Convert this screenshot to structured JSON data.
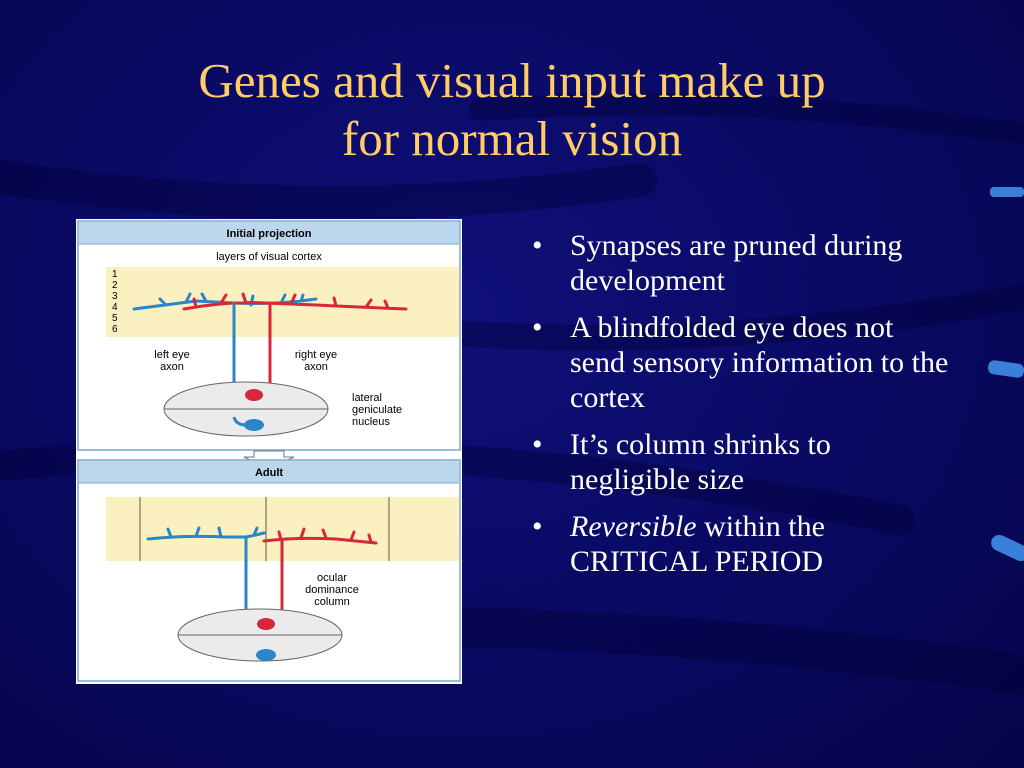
{
  "slide": {
    "title_line1": "Genes and visual input make up",
    "title_line2": "for normal vision"
  },
  "figure": {
    "panel1_header": "Initial projection",
    "panel1_subheader": "layers of visual cortex",
    "layer_numbers": [
      "1",
      "2",
      "3",
      "4",
      "5",
      "6"
    ],
    "left_eye_label_1": "left eye",
    "left_eye_label_2": "axon",
    "right_eye_label_1": "right eye",
    "right_eye_label_2": "axon",
    "lgn_label_1": "lateral",
    "lgn_label_2": "geniculate",
    "lgn_label_3": "nucleus",
    "panel2_header": "Adult",
    "odc_label_1": "ocular",
    "odc_label_2": "dominance",
    "odc_label_3": "column",
    "colors": {
      "left_axon": "#2a86c8",
      "right_axon": "#d8263a",
      "layer_band": "#fbf0c0",
      "header_band": "#bcd6ee"
    }
  },
  "bullets": [
    {
      "text": "Synapses are pruned during development"
    },
    {
      "text": "A blindfolded eye does not send sensory information to the cortex"
    },
    {
      "text": "It’s column shrinks to negligible size"
    },
    {
      "italic": "Reversible",
      "rest": " within the CRITICAL PERIOD"
    }
  ],
  "bullet_symbol": "•",
  "theme": {
    "background": "#0a0a66",
    "title_color": "#ffcc66",
    "text_color": "#ffffff"
  }
}
